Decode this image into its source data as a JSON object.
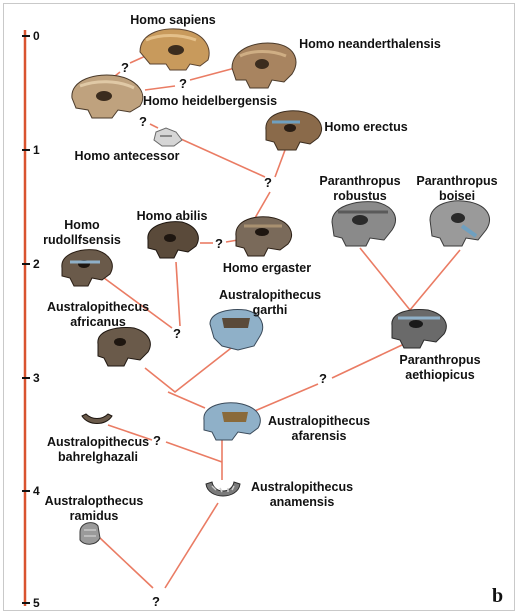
{
  "panel_label": "b",
  "axis": {
    "ticks": [
      "0",
      "1",
      "2",
      "3",
      "4",
      "5"
    ]
  },
  "colors": {
    "axis": "#d9532f",
    "connector": "#ea7c64",
    "skull_light": "#c89a5c",
    "skull_dark": "#4a3a2a",
    "skull_grey": "#8a8a8a",
    "skull_blue": "#8fb0c8"
  },
  "species": {
    "homo_sapiens": [
      "Homo sapiens"
    ],
    "homo_neanderthalensis": [
      "Homo neanderthalensis"
    ],
    "homo_heidelbergensis": [
      "Homo heidelbergensis"
    ],
    "homo_antecessor": [
      "Homo antecessor"
    ],
    "homo_erectus": [
      "Homo erectus"
    ],
    "paranthropus_robustus": [
      "Paranthropus",
      "robustus"
    ],
    "paranthropus_boisei": [
      "Paranthropus",
      "boisei"
    ],
    "homo_rudolfensis": [
      "Homo",
      "rudollfsensis"
    ],
    "homo_habilis": [
      "Homo abilis"
    ],
    "homo_ergaster": [
      "Homo ergaster"
    ],
    "australopithecus_garhi": [
      "Australopithecus",
      "garthi"
    ],
    "australopithecus_africanus": [
      "Australopithecus",
      "africanus"
    ],
    "paranthropus_aethiopicus": [
      "Paranthropus",
      "aethiopicus"
    ],
    "australopithecus_afarensis": [
      "Australopithecus",
      "afarensis"
    ],
    "australopithecus_bahrelghazali": [
      "Australopithecus",
      "bahrelghazali"
    ],
    "australopithecus_anamensis": [
      "Australopithecus",
      "anamensis"
    ],
    "ardipithecus_ramidus": [
      "Australopthecus",
      "ramidus"
    ]
  },
  "uncertain_mark": "?"
}
